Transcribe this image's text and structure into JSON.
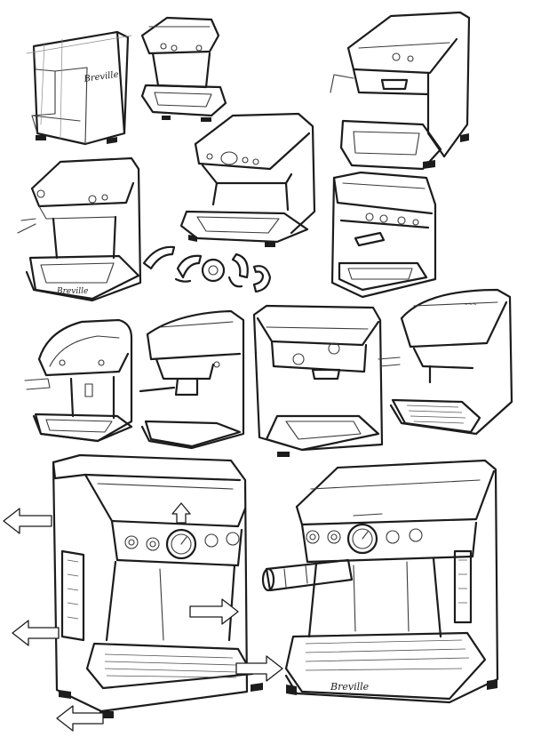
{
  "sheet": {
    "title": "",
    "ink_color": "#1c1c1c",
    "paper_color": "#ffffff"
  },
  "brand_marks": [
    {
      "sketch": "sketch-a",
      "text": "Breville"
    },
    {
      "sketch": "sketch-d",
      "text": "Breville"
    },
    {
      "sketch": "sketch-large-right",
      "text": "Breville"
    }
  ],
  "sketches": [
    {
      "name": "sketch-a",
      "icon": "espresso-machine-icon"
    },
    {
      "name": "sketch-b",
      "icon": "espresso-machine-icon"
    },
    {
      "name": "sketch-c",
      "icon": "espresso-machine-icon"
    },
    {
      "name": "sketch-d",
      "icon": "espresso-machine-icon"
    },
    {
      "name": "sketch-e",
      "icon": "espresso-machine-icon"
    },
    {
      "name": "sketch-f",
      "icon": "espresso-machine-icon"
    },
    {
      "name": "sketch-g",
      "icon": "espresso-machine-icon"
    },
    {
      "name": "sketch-h",
      "icon": "espresso-machine-icon"
    },
    {
      "name": "sketch-i",
      "icon": "espresso-machine-icon"
    },
    {
      "name": "sketch-j",
      "icon": "espresso-machine-icon"
    },
    {
      "name": "sketch-k",
      "icon": "espresso-machine-icon"
    },
    {
      "name": "sketch-large-left",
      "icon": "espresso-machine-icon"
    },
    {
      "name": "sketch-large-right",
      "icon": "espresso-machine-icon"
    }
  ]
}
